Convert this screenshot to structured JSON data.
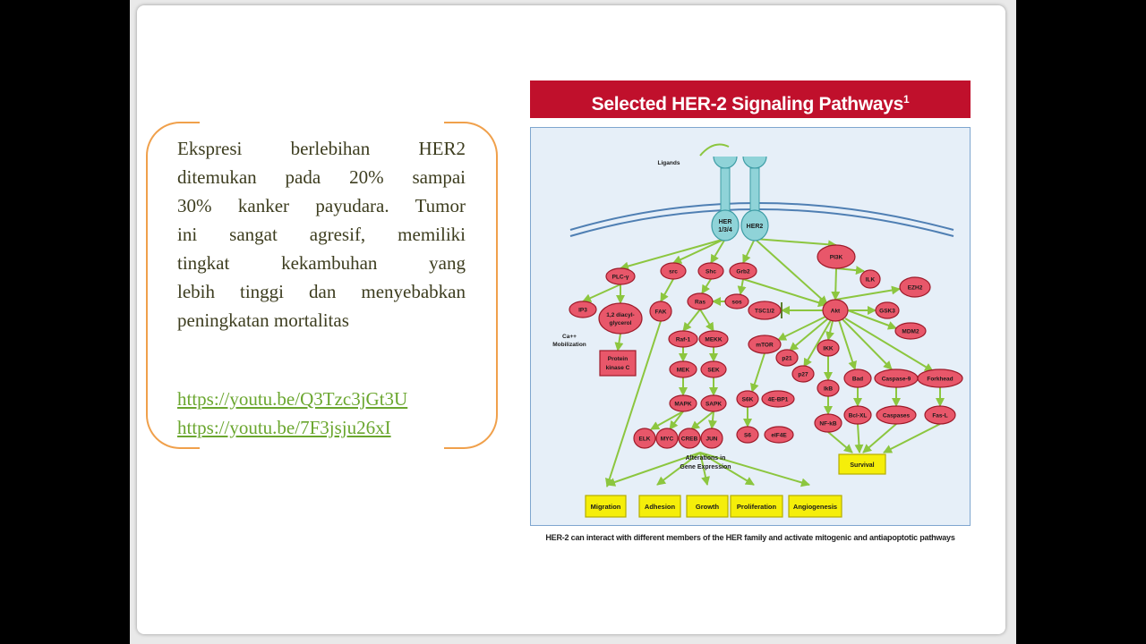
{
  "text": {
    "lines": [
      "Ekspresi berlebihan HER2",
      "ditemukan pada 20% sampai",
      "30% kanker payudara. Tumor",
      "ini sangat agresif, memiliki",
      "tingkat kekambuhan yang",
      "lebih tinggi dan menyebabkan",
      "peningkatan mortalitas"
    ],
    "link1": "https://youtu.be/Q3Tzc3jGt3U",
    "link2": "https://youtu.be/7F3jsju26xI"
  },
  "figure": {
    "title": "Selected HER-2 Signaling Pathways",
    "title_sup": "1",
    "caption": "HER-2 can interact with different members of the HER family and activate mitogenic and antiapoptotic pathways",
    "labels": {
      "ligands": "Ligands",
      "ca": "Ca++",
      "ca2": "Mobilization",
      "alter1": "Alterations in",
      "alter2": "Gene Expression"
    },
    "colors": {
      "node": "#e8576a",
      "node_stroke": "#9e1b2a",
      "receptor": "#8fd3d8",
      "arrow": "#8cc63f",
      "outcome": "#f5ee0a",
      "background": "#e6eff8"
    },
    "receptors": [
      {
        "id": "HER 1/3/4",
        "l1": "HER",
        "l2": "1/3/4"
      },
      {
        "id": "HER2",
        "l1": "HER2",
        "l2": ""
      }
    ],
    "nodes": [
      {
        "label": "PLC-γ"
      },
      {
        "label": "src"
      },
      {
        "label": "Shc"
      },
      {
        "label": "Grb2"
      },
      {
        "label": "PI3K"
      },
      {
        "label": "ILK"
      },
      {
        "label": "EZH2"
      },
      {
        "label": "IP3"
      },
      {
        "label": "1,2 diacyl-",
        "label2": "glycerol"
      },
      {
        "label": "FAK"
      },
      {
        "label": "Ras"
      },
      {
        "label": "sos"
      },
      {
        "label": "TSC1/2"
      },
      {
        "label": "Akt"
      },
      {
        "label": "GSK3"
      },
      {
        "label": "MDM2"
      },
      {
        "label": "Raf-1"
      },
      {
        "label": "MEKK"
      },
      {
        "label": "mTOR"
      },
      {
        "label": "IKK"
      },
      {
        "label": "p21"
      },
      {
        "label": "p27"
      },
      {
        "label": "MEK"
      },
      {
        "label": "SEK"
      },
      {
        "label": "Bad"
      },
      {
        "label": "Caspase-9"
      },
      {
        "label": "Forkhead"
      },
      {
        "label": "IkB"
      },
      {
        "label": "S6K"
      },
      {
        "label": "4E-BP1"
      },
      {
        "label": "MAPK"
      },
      {
        "label": "SAPK"
      },
      {
        "label": "NF-kB"
      },
      {
        "label": "Bcl-XL"
      },
      {
        "label": "Caspases"
      },
      {
        "label": "Fas-L"
      },
      {
        "label": "S6"
      },
      {
        "label": "eIF4E"
      },
      {
        "label": "ELK"
      },
      {
        "label": "MYC"
      },
      {
        "label": "CREB"
      },
      {
        "label": "JUN"
      }
    ],
    "boxes": [
      {
        "label": "Protein",
        "label2": "kinase C"
      },
      {
        "label": "Survival"
      }
    ],
    "outcomes": [
      "Migration",
      "Adhesion",
      "Growth",
      "Proliferation",
      "Angiogenesis"
    ]
  }
}
